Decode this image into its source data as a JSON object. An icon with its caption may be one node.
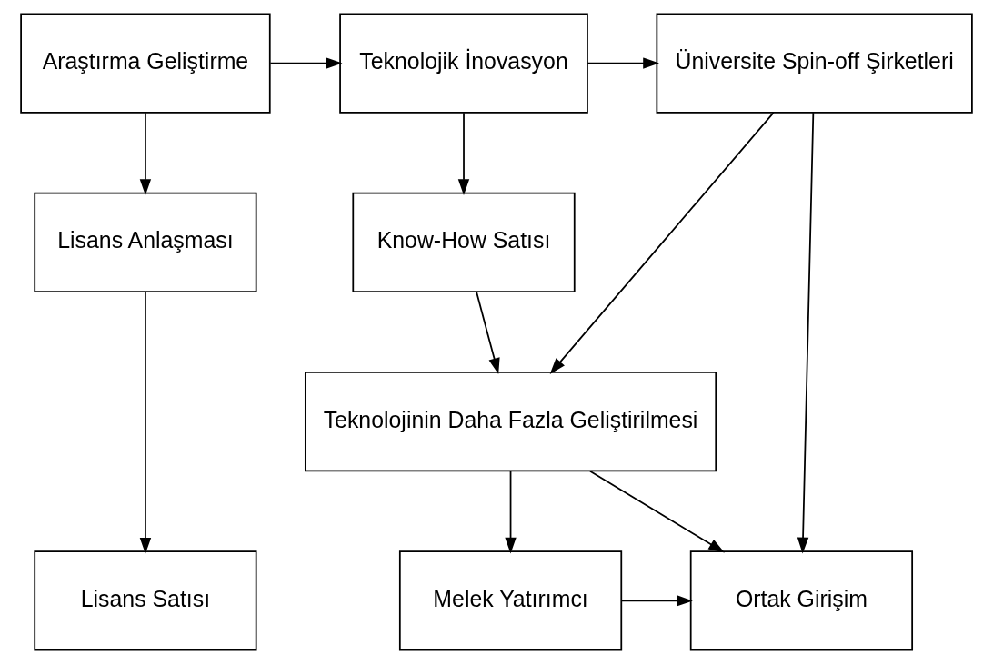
{
  "diagram": {
    "nodes": [
      {
        "text": [
          "Araştırma Geliştirme"
        ]
      },
      {
        "text": [
          "Teknolojik İnovasyon"
        ]
      },
      {
        "text": [
          "Üniversite Spin-off Şirketleri"
        ]
      },
      {
        "text": [
          "Lisans Anlaşması"
        ]
      },
      {
        "text": [
          "Know-How Satısı"
        ]
      },
      {
        "text": [
          "Teknolojinin Daha Fazla Geliştirilmesi"
        ]
      },
      {
        "text": [
          "Lisans Satısı"
        ]
      },
      {
        "text": [
          "Melek Yatırımcı"
        ]
      },
      {
        "text": [
          "Ortak Girişim"
        ]
      }
    ],
    "edges": [
      {
        "from": 0,
        "to": 1,
        "arrow": "to"
      },
      {
        "from": 1,
        "to": 2,
        "arrow": "to"
      },
      {
        "from": 0,
        "to": 3,
        "arrow": "to"
      },
      {
        "from": 1,
        "to": 4,
        "arrow": "to"
      },
      {
        "from": 2,
        "to": 5,
        "arrow": "to"
      },
      {
        "from": 2,
        "to": 8,
        "arrow": "to"
      },
      {
        "from": 4,
        "to": 5,
        "arrow": "to"
      },
      {
        "from": 3,
        "to": 6,
        "arrow": "to"
      },
      {
        "from": 5,
        "to": 7,
        "arrow": "to"
      },
      {
        "from": 5,
        "to": 8,
        "arrow": "to"
      },
      {
        "from": 7,
        "to": 8,
        "arrow": "to"
      }
    ]
  }
}
